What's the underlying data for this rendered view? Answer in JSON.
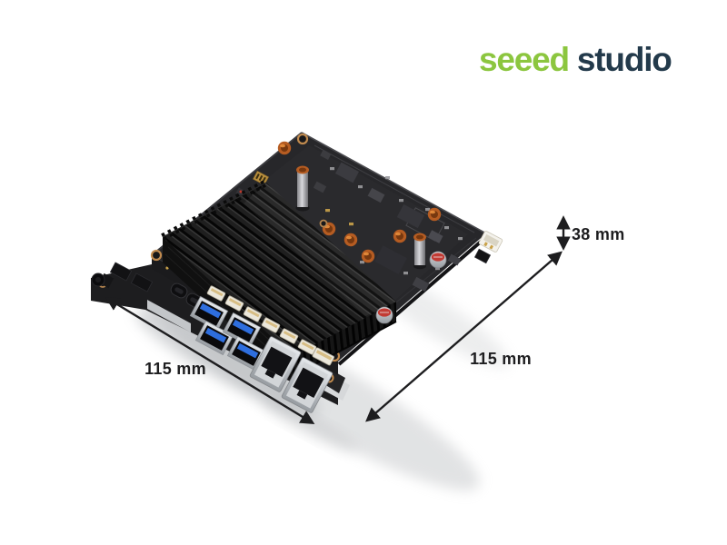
{
  "page": {
    "background_color": "#FFFFFF"
  },
  "brand": {
    "logo_primary": "seeed",
    "logo_secondary": "studio",
    "logo_primary_color": "#8CC63F",
    "logo_secondary_color": "#233A4B"
  },
  "annotations": {
    "front_width_label": "115 mm",
    "side_depth_label": "115 mm",
    "height_label": "38 mm",
    "arrow_color": "#1D1D1F"
  },
  "product": {
    "description": "embedded single-board computer with finned heatsink shown at isometric angle",
    "pcb_color": "#27272A",
    "heatsink_color": "#1B1B1B",
    "standoff_color": "#B55C22",
    "usb3_tongue_color": "#2E6EDE",
    "port_shell_color": "#C3C7CC",
    "visible_ports": [
      "power-button",
      "usb-c-port",
      "usb-c-port",
      "usb3-port",
      "usb3-port",
      "usb3-port",
      "usb3-port",
      "ethernet-rj45-port",
      "ethernet-rj45-port",
      "ffc-connectors",
      "jst-connector",
      "pin-header"
    ]
  }
}
